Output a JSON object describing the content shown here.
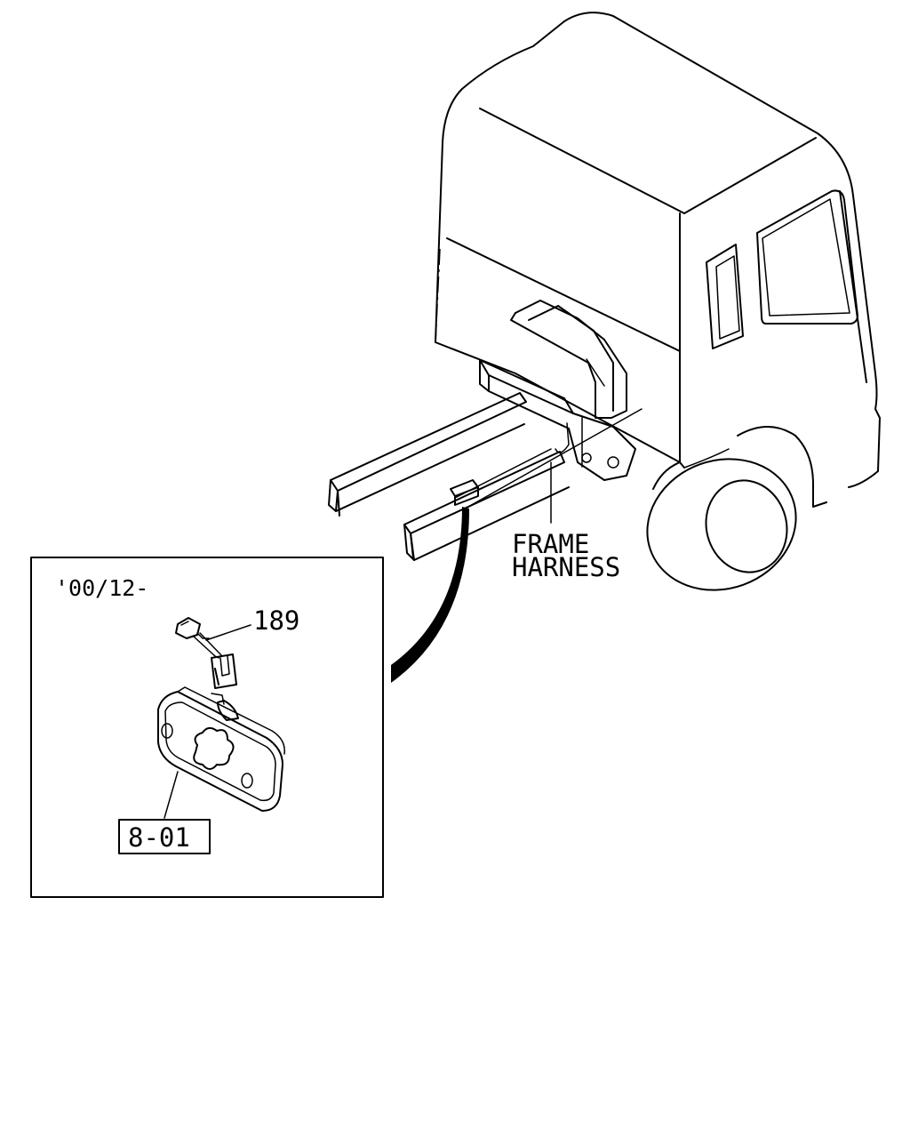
{
  "labels": {
    "frame_harness_line1": "FRAME",
    "frame_harness_line2": "HARNESS",
    "date_code": "'00/12-",
    "part_189": "189",
    "part_ref": "8-01"
  },
  "colors": {
    "line": "#000000",
    "background": "#ffffff"
  }
}
